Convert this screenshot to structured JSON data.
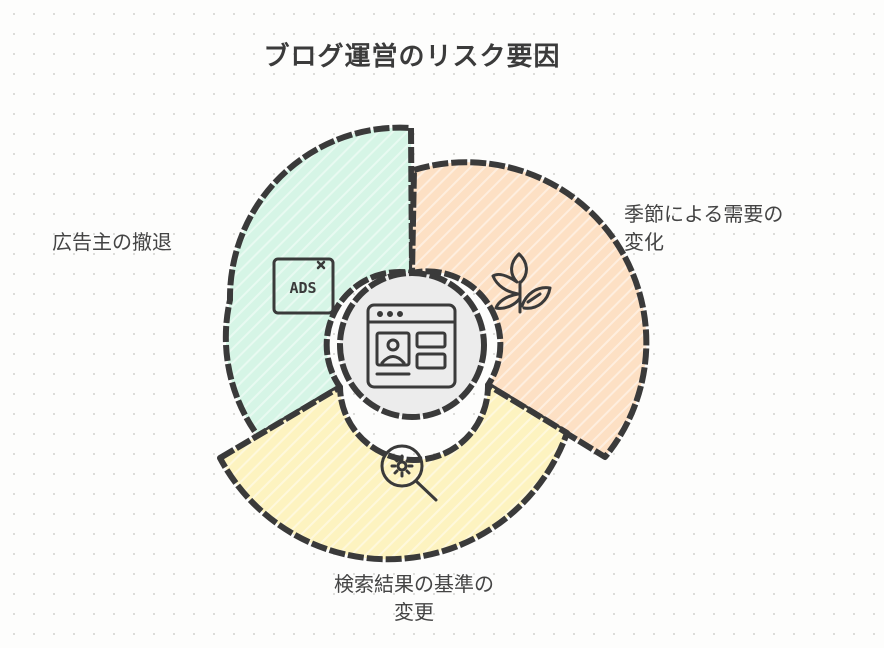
{
  "title": "ブログ運営のリスク要因",
  "segments": [
    {
      "key": "ads",
      "label_lines": [
        "広告主の撤退"
      ],
      "color": "#d6f5e6",
      "icon": "ads-icon",
      "icon_text": "ADS"
    },
    {
      "key": "season",
      "label_lines": [
        "季節による需要の",
        "変化"
      ],
      "color": "#fde0c4",
      "icon": "leaf-icon"
    },
    {
      "key": "search",
      "label_lines": [
        "検索結果の基準の",
        "変更"
      ],
      "color": "#fdf3c0",
      "icon": "magnifier-gear-icon"
    }
  ],
  "center": {
    "icon": "browser-window-icon",
    "color": "#ececec"
  }
}
